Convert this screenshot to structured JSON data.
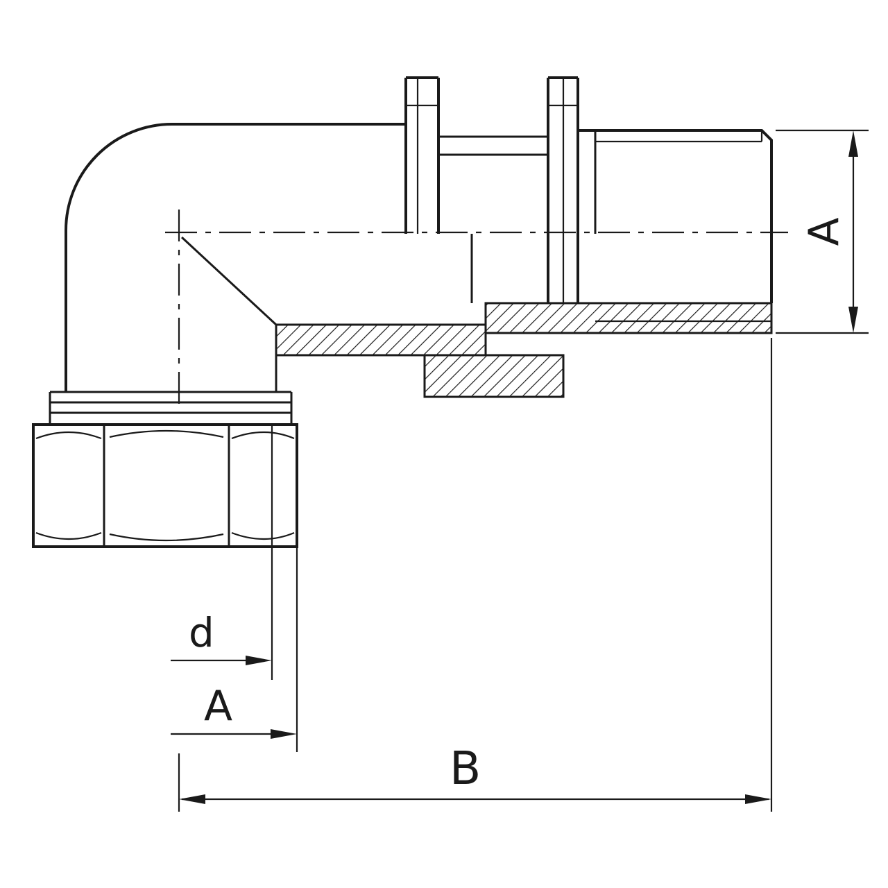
{
  "drawing": {
    "description": "Cross-section technical line drawing of a 90-degree elbow union pipe fitting with union nut, male threaded end and hex nut, annotated with dimensions",
    "labels": {
      "dim_right_vertical": "A",
      "dim_thread": "d",
      "dim_center_to_face": "A",
      "dim_overall_length": "B"
    },
    "colors": {
      "ink": "#1a1a1a",
      "background": "#ffffff"
    }
  }
}
